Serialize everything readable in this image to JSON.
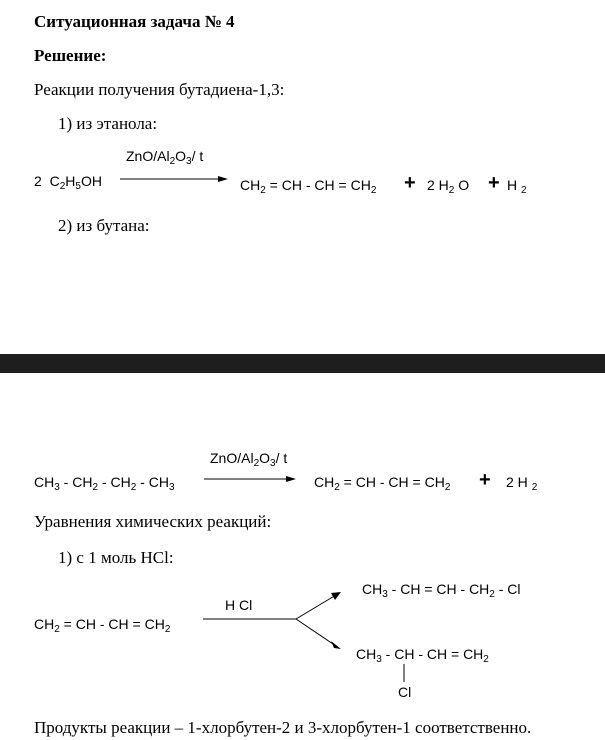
{
  "header": {
    "task_title": "Ситуационная задача № 4",
    "solution_label": "Решение:",
    "intro_text": "Реакции получения бутадиена-1,3:",
    "item1": "1)  из этанола:",
    "item2": "2)  из бутана:"
  },
  "reaction1": {
    "reactant_coef": "2",
    "reactant": [
      "C",
      "2",
      "H",
      "5",
      "OH"
    ],
    "condition": [
      "ZnO/Al",
      "2",
      "O",
      "3",
      "/ t"
    ],
    "product": [
      "CH",
      "2",
      " = CH - CH = CH",
      "2"
    ],
    "plus": "+",
    "water": [
      "2  H",
      "2",
      " O"
    ],
    "hydrogen": [
      "H ",
      "2"
    ]
  },
  "reaction2": {
    "reactant": [
      "CH",
      "3",
      " - CH",
      "2",
      " - CH",
      "2",
      " - CH",
      "3"
    ],
    "condition": [
      "ZnO/Al",
      "2",
      "O",
      "3",
      "/ t"
    ],
    "product": [
      "CH",
      "2",
      " = CH - CH = CH",
      "2"
    ],
    "plus": "+",
    "hydrogen": [
      "2  H ",
      "2"
    ]
  },
  "equations": {
    "heading": "Уравнения химических реакций:",
    "item1": "1)  с 1 моль HCl:"
  },
  "reaction3": {
    "reactant": [
      "CH",
      "2",
      " = CH - CH = CH",
      "2"
    ],
    "reagent": "H Cl",
    "product_top": [
      "CH",
      "3",
      " - CH = CH - CH",
      "2",
      " - Cl"
    ],
    "product_bottom": [
      "CH",
      "3",
      " - CH - CH = CH",
      "2"
    ],
    "substituent": "Cl"
  },
  "conclusion": "Продукты реакции – 1-хлорбутен-2 и 3-хлорбутен-1 соответственно."
}
